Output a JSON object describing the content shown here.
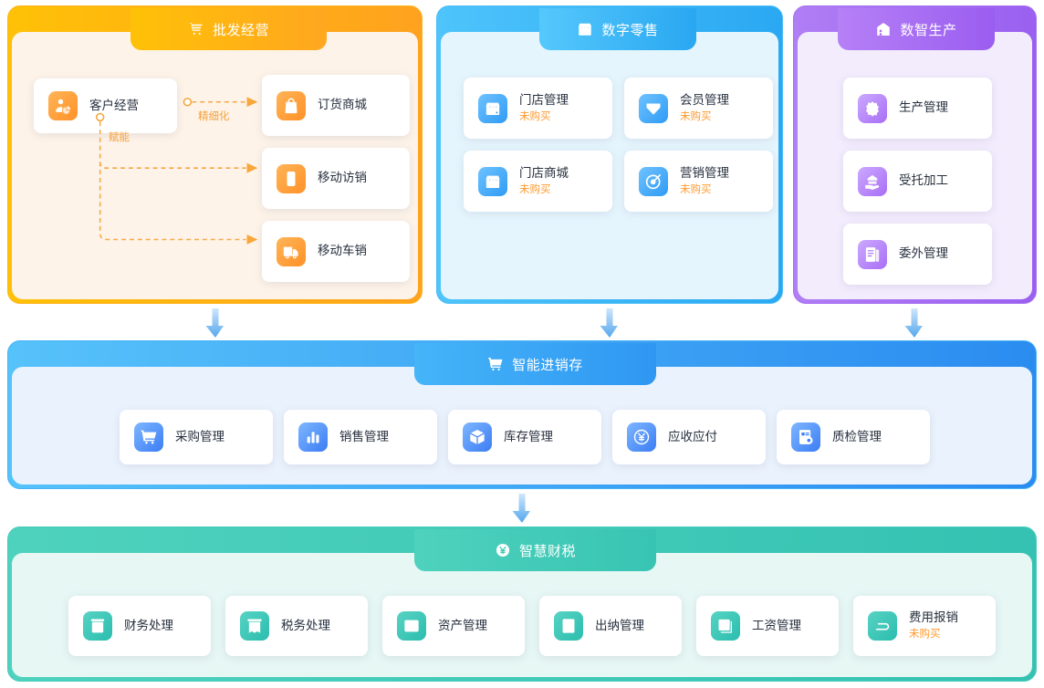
{
  "sections": [
    {
      "id": "wholesale",
      "title": "批发经营",
      "icon": "cart-shop-icon",
      "accent": "#ffb21a",
      "connector_labels": [
        "精细化",
        "赋能"
      ],
      "cards": [
        {
          "label": "客户经营",
          "icon": "customer-icon",
          "status": ""
        },
        {
          "label": "订货商城",
          "icon": "shopping-bag-icon",
          "status": ""
        },
        {
          "label": "移动访销",
          "icon": "mobile-phone-icon",
          "status": ""
        },
        {
          "label": "移动车销",
          "icon": "delivery-truck-icon",
          "status": ""
        }
      ]
    },
    {
      "id": "retail",
      "title": "数字零售",
      "icon": "storefront-icon",
      "accent": "#3fb8f5",
      "cards": [
        {
          "label": "门店管理",
          "icon": "store-manage-icon",
          "status": "未购买"
        },
        {
          "label": "会员管理",
          "icon": "member-diamond-icon",
          "status": "未购买"
        },
        {
          "label": "门店商城",
          "icon": "store-mall-icon",
          "status": "未购买"
        },
        {
          "label": "营销管理",
          "icon": "marketing-target-icon",
          "status": "未购买"
        }
      ]
    },
    {
      "id": "production",
      "title": "数智生产",
      "icon": "factory-icon",
      "accent": "#a86ff0",
      "cards": [
        {
          "label": "生产管理",
          "icon": "gear-icon",
          "status": ""
        },
        {
          "label": "受托加工",
          "icon": "entrusted-process-icon",
          "status": ""
        },
        {
          "label": "委外管理",
          "icon": "outsourcing-doc-icon",
          "status": ""
        }
      ]
    },
    {
      "id": "inventory",
      "title": "智能进销存",
      "icon": "cart-icon",
      "accent": "#35a6f5",
      "cards": [
        {
          "label": "采购管理",
          "icon": "purchase-cart-icon",
          "status": ""
        },
        {
          "label": "销售管理",
          "icon": "bar-chart-icon",
          "status": ""
        },
        {
          "label": "库存管理",
          "icon": "cube-box-icon",
          "status": ""
        },
        {
          "label": "应收应付",
          "icon": "yuan-circle-icon",
          "status": ""
        },
        {
          "label": "质检管理",
          "icon": "quality-check-icon",
          "status": ""
        }
      ]
    },
    {
      "id": "finance",
      "title": "智慧财税",
      "icon": "yuan-badge-icon",
      "accent": "#3fc8b4",
      "cards": [
        {
          "label": "财务处理",
          "icon": "finance-box-icon",
          "status": ""
        },
        {
          "label": "税务处理",
          "icon": "tax-receipt-icon",
          "status": ""
        },
        {
          "label": "资产管理",
          "icon": "asset-archive-icon",
          "status": ""
        },
        {
          "label": "出纳管理",
          "icon": "cashier-book-icon",
          "status": ""
        },
        {
          "label": "工资管理",
          "icon": "payroll-book-icon",
          "status": ""
        },
        {
          "label": "费用报销",
          "icon": "expense-cloud-icon",
          "status": "未购买"
        }
      ]
    }
  ],
  "flow_arrows": [
    {
      "name": "arrow-wholesale-to-inventory"
    },
    {
      "name": "arrow-retail-to-inventory"
    },
    {
      "name": "arrow-production-to-inventory"
    },
    {
      "name": "arrow-inventory-to-finance"
    }
  ]
}
